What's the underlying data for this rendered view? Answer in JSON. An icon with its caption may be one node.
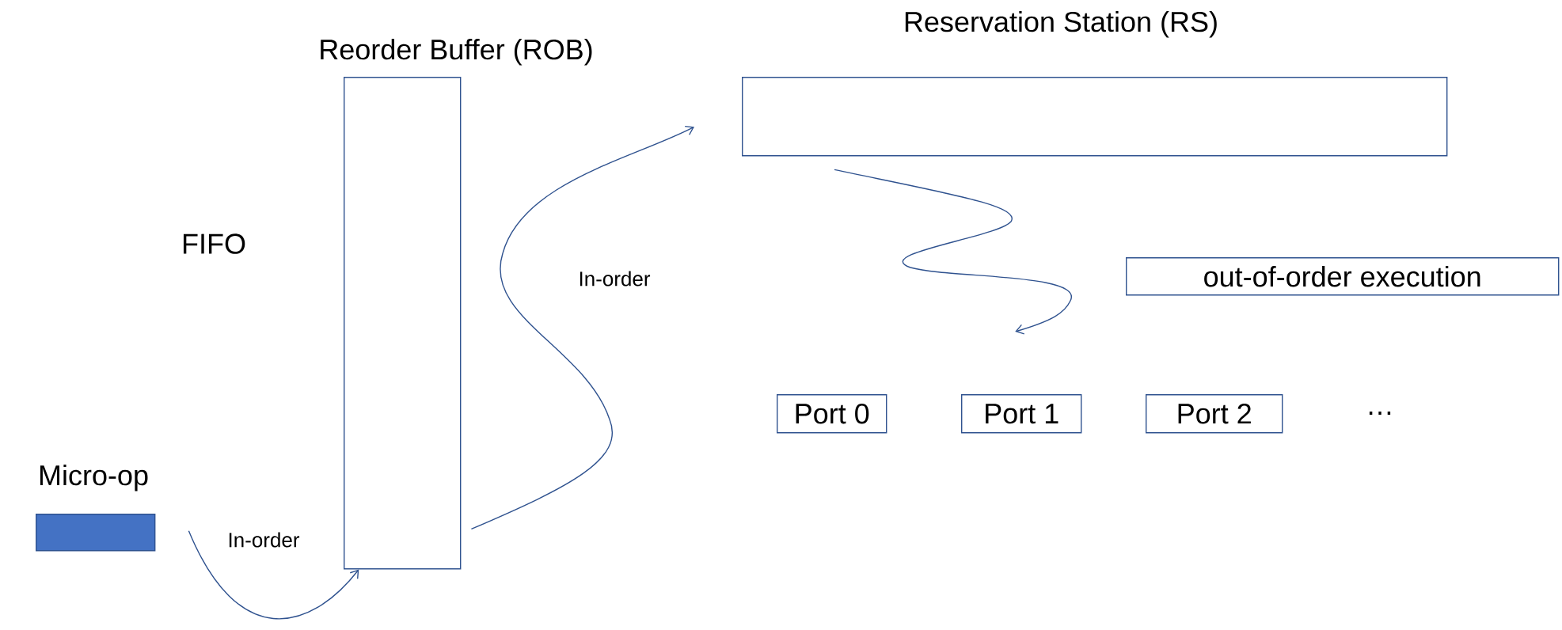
{
  "diagram": {
    "nodes": [
      {
        "text": [
          "Micro-op"
        ]
      },
      {
        "text": [
          "Reorder Buffer (ROB)"
        ]
      },
      {
        "text": [
          "Reservation Station (RS)"
        ]
      },
      {
        "text": [
          "out-of-order execution"
        ]
      },
      {
        "text": [
          "Port 0"
        ]
      },
      {
        "text": [
          "Port 1"
        ]
      },
      {
        "text": [
          "Port 2"
        ]
      }
    ],
    "edges": [
      {
        "from": 0,
        "to": 1,
        "arrow": "to",
        "label": "In-order"
      },
      {
        "from": 1,
        "to": 2,
        "arrow": "to",
        "label": "In-order"
      },
      {
        "from": 2,
        "to": 5,
        "arrow": "to"
      }
    ],
    "labels": [
      "FIFO",
      "…"
    ]
  }
}
